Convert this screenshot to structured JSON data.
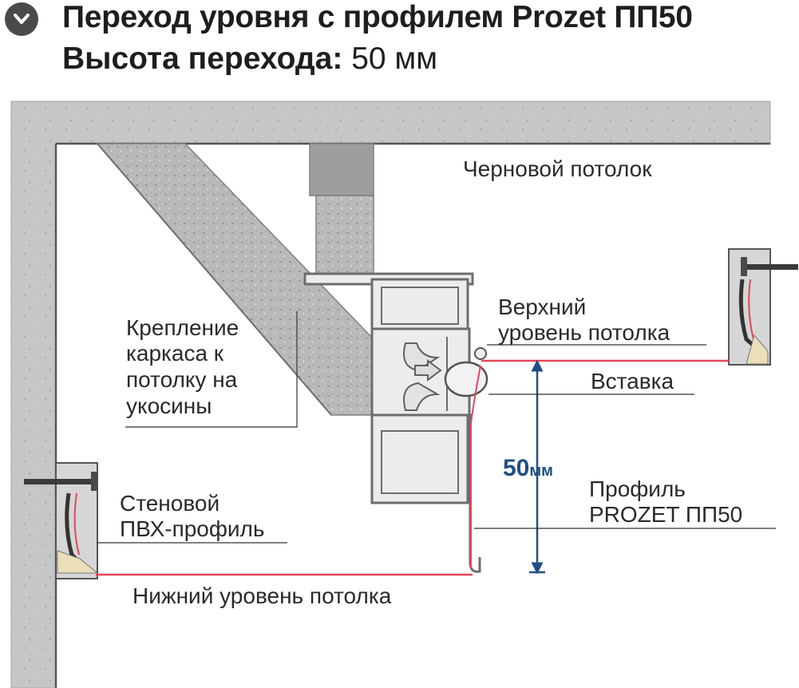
{
  "header": {
    "title": "Переход уровня с профилем Prozet ПП50",
    "height_label": "Высота перехода:",
    "height_value": "50 мм"
  },
  "labels": {
    "rough_ceiling": "Черновой потолок",
    "upper_level": [
      "Верхний",
      "уровень потолка"
    ],
    "insert": "Вставка",
    "fastening": [
      "Крепление",
      "каркаса к",
      "потолку на",
      "укосины"
    ],
    "dimension_value": "50",
    "dimension_unit": "мм",
    "profile": [
      "Профиль",
      "PROZET ПП50"
    ],
    "wall_profile": [
      "Стеновой",
      "ПВХ-профиль"
    ],
    "lower_level": "Нижний уровень потолка"
  },
  "colors": {
    "concrete": "#c3c5c7",
    "metal": "#b4b6b8",
    "film_line": "#e8455a",
    "dimension": "#1f4f86"
  },
  "icons": {
    "collapse": "chevron-down-icon",
    "screw": "screw-icon"
  }
}
